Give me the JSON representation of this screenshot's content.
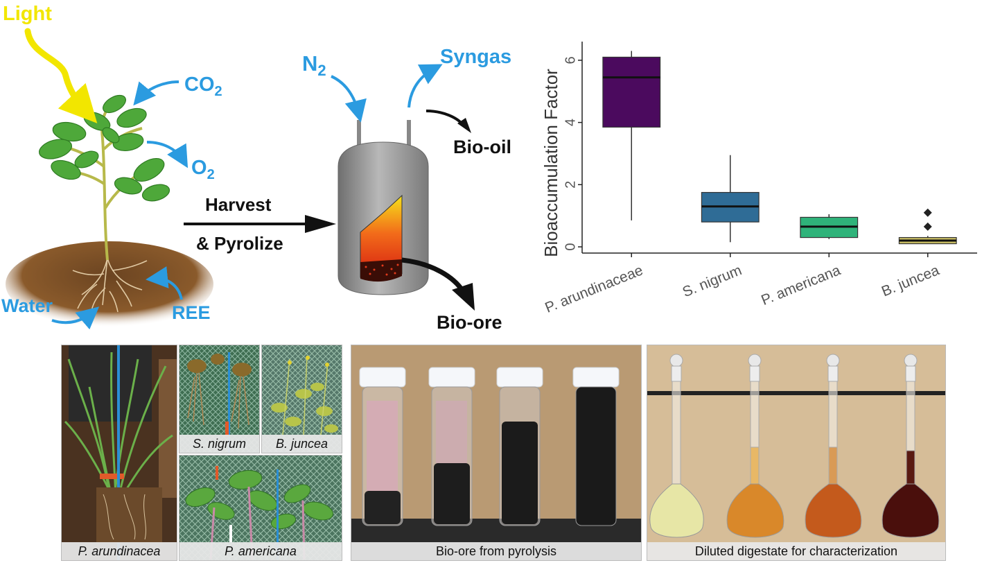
{
  "process": {
    "light": "Light",
    "co2": "CO",
    "co2_sub": "2",
    "o2": "O",
    "o2_sub": "2",
    "water": "Water",
    "ree": "REE",
    "harvest": "Harvest",
    "pyrolize": "& Pyrolize",
    "n2": "N",
    "n2_sub": "2",
    "syngas": "Syngas",
    "bio_oil": "Bio-oil",
    "bio_ore": "Bio-ore"
  },
  "colors": {
    "light": "#f2e600",
    "accent_blue": "#2b9be0",
    "leaf": "#4ea83a",
    "soil": "#8a5a2b",
    "reactor": "#9a9a9a"
  },
  "chart_data": {
    "type": "box",
    "title": "",
    "xlabel": "",
    "ylabel": "Bioaccumulation Factor",
    "ylim": [
      -0.2,
      6.6
    ],
    "yticks": [
      0,
      2,
      4,
      6
    ],
    "grid": false,
    "categories": [
      "P. arundinaceae",
      "S. nigrum",
      "P. americana",
      "B. juncea"
    ],
    "series": [
      {
        "min": 0.85,
        "q1": 3.85,
        "median": 5.45,
        "q3": 6.1,
        "max": 6.3,
        "outliers": [],
        "color": "#4b0a5e"
      },
      {
        "min": 0.15,
        "q1": 0.8,
        "median": 1.3,
        "q3": 1.75,
        "max": 2.95,
        "outliers": [],
        "color": "#2f6c96"
      },
      {
        "min": 0.25,
        "q1": 0.3,
        "median": 0.65,
        "q3": 0.95,
        "max": 1.05,
        "outliers": [],
        "color": "#2fb37a"
      },
      {
        "min": 0.1,
        "q1": 0.1,
        "median": 0.2,
        "q3": 0.3,
        "max": 0.35,
        "outliers": [
          0.65,
          1.1
        ],
        "color": "#c9bd63"
      }
    ]
  },
  "photos": {
    "p_arundinacea": "P. arundinacea",
    "s_nigrum": "S. nigrum",
    "b_juncea": "B. juncea",
    "p_americana": "P. americana",
    "bio_ore": "Bio-ore from pyrolysis",
    "digestate": "Diluted digestate for characterization"
  }
}
